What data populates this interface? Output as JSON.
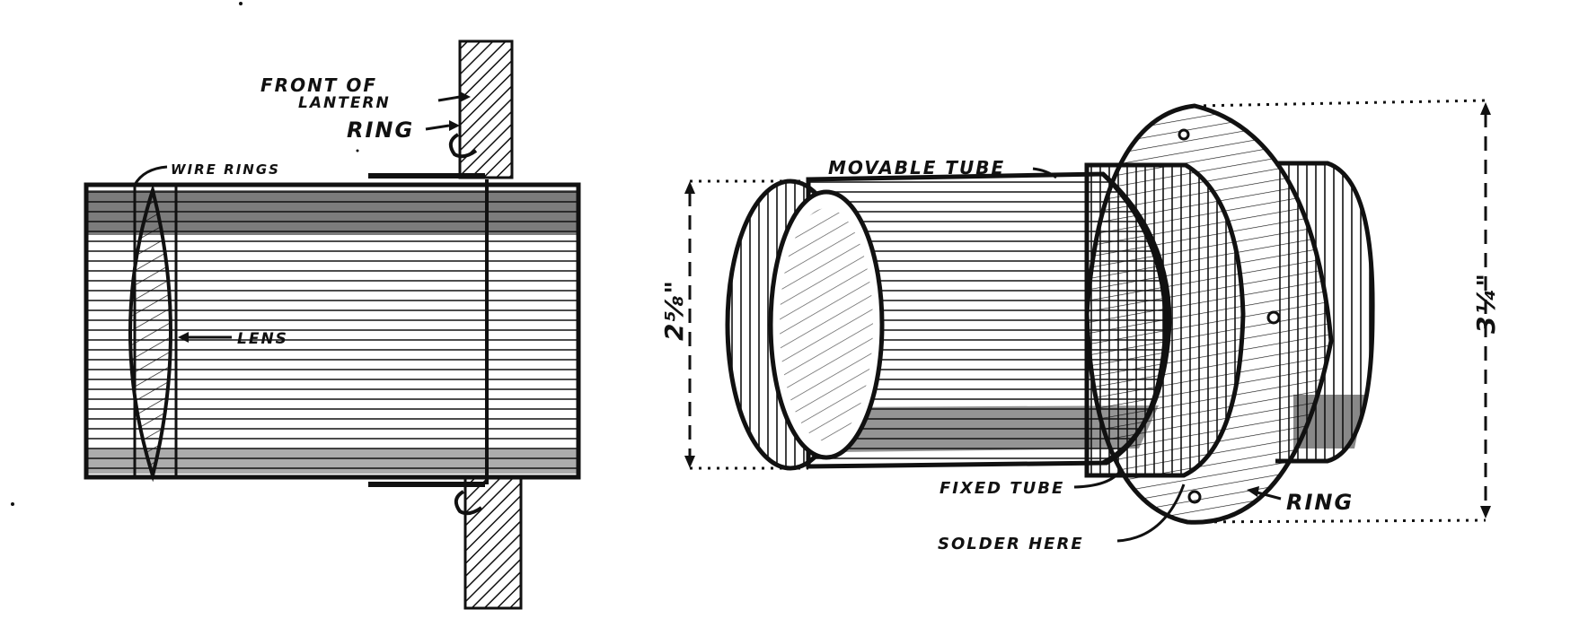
{
  "labels": {
    "front_of": "FRONT OF",
    "lantern": "LANTERN",
    "ring_left": "RING",
    "wire_rings": "WIRE RINGS",
    "lens": "LENS",
    "movable_tube": "MOVABLE TUBE",
    "fixed_tube": "FIXED TUBE",
    "solder_here": "SOLDER HERE",
    "ring_right": "RING",
    "dim_small": "2⅝\"",
    "dim_large": "3¼\""
  },
  "colors": {
    "ink": "#111111",
    "paper": "#ffffff"
  }
}
